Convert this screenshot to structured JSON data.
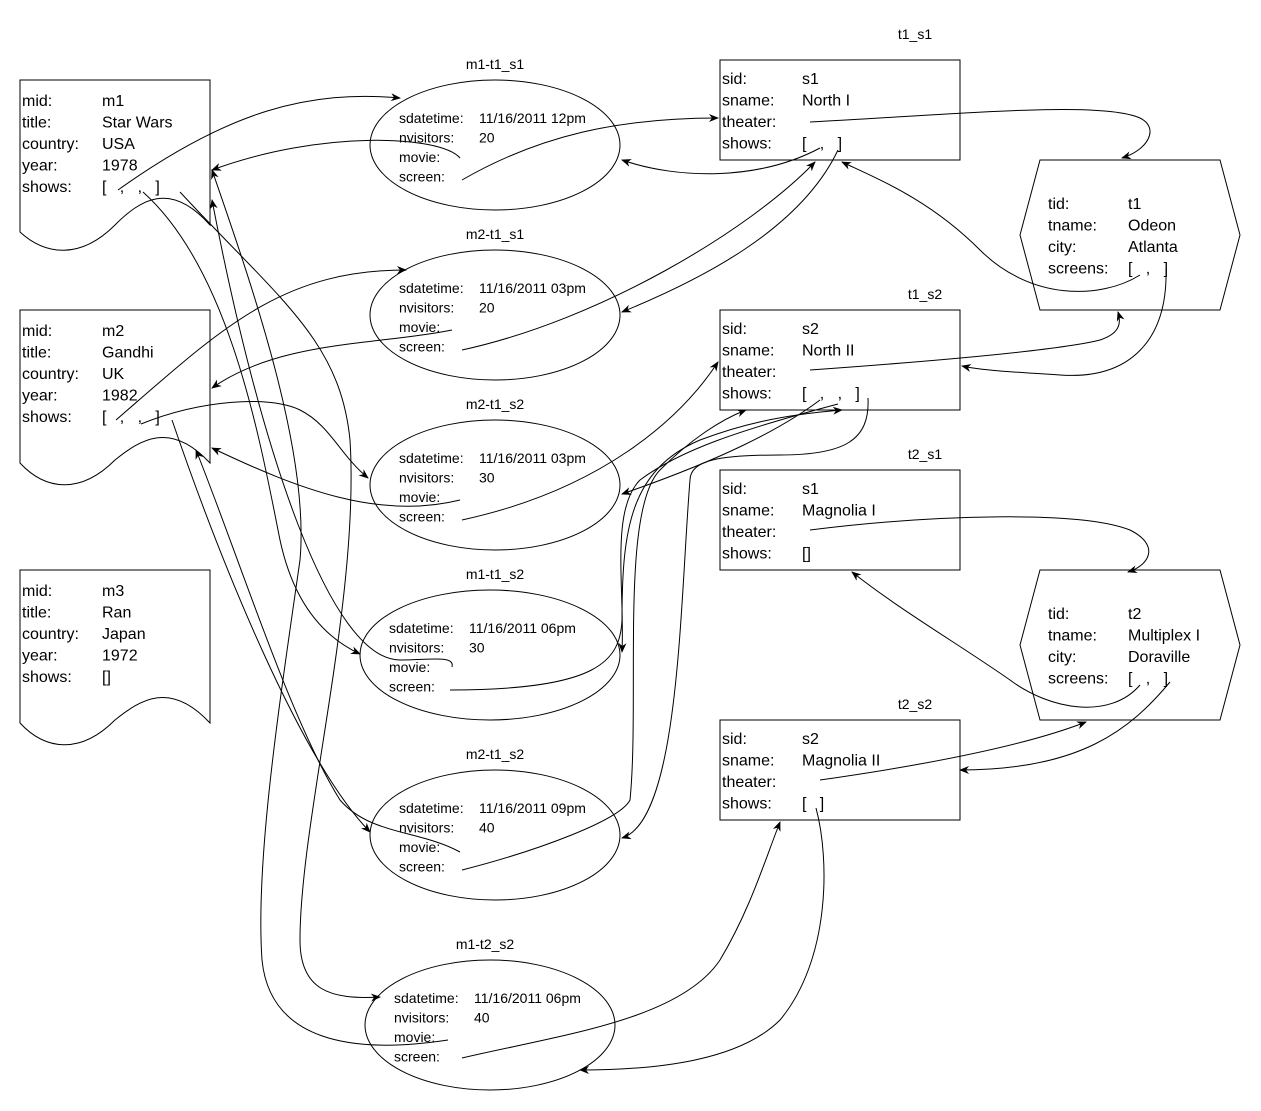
{
  "diagram": {
    "movies": [
      {
        "id": "movie-m1",
        "fields": [
          {
            "key": "mid:",
            "value": "m1"
          },
          {
            "key": "title:",
            "value": "Star Wars"
          },
          {
            "key": "country:",
            "value": "USA"
          },
          {
            "key": "year:",
            "value": "1978"
          },
          {
            "key": "shows:",
            "value": "[   ,   ,   ]"
          }
        ]
      },
      {
        "id": "movie-m2",
        "fields": [
          {
            "key": "mid:",
            "value": "m2"
          },
          {
            "key": "title:",
            "value": "Gandhi"
          },
          {
            "key": "country:",
            "value": "UK"
          },
          {
            "key": "year:",
            "value": "1982"
          },
          {
            "key": "shows:",
            "value": "[   ,   ,   ]"
          }
        ]
      },
      {
        "id": "movie-m3",
        "fields": [
          {
            "key": "mid:",
            "value": "m3"
          },
          {
            "key": "title:",
            "value": "Ran"
          },
          {
            "key": "country:",
            "value": "Japan"
          },
          {
            "key": "year:",
            "value": "1972"
          },
          {
            "key": "shows:",
            "value": "[]"
          }
        ]
      }
    ],
    "shows": [
      {
        "id": "show-m1-t1_s1",
        "title": "m1-t1_s1",
        "fields": [
          {
            "key": "sdatetime:",
            "value": "11/16/2011 12pm"
          },
          {
            "key": "nvisitors:",
            "value": "20"
          },
          {
            "key": "movie:",
            "value": ""
          },
          {
            "key": "screen:",
            "value": ""
          }
        ]
      },
      {
        "id": "show-m2-t1_s1",
        "title": "m2-t1_s1",
        "fields": [
          {
            "key": "sdatetime:",
            "value": "11/16/2011 03pm"
          },
          {
            "key": "nvisitors:",
            "value": "20"
          },
          {
            "key": "movie:",
            "value": ""
          },
          {
            "key": "screen:",
            "value": ""
          }
        ]
      },
      {
        "id": "show-m2-t1_s2",
        "title": "m2-t1_s2",
        "fields": [
          {
            "key": "sdatetime:",
            "value": "11/16/2011 03pm"
          },
          {
            "key": "nvisitors:",
            "value": "30"
          },
          {
            "key": "movie:",
            "value": ""
          },
          {
            "key": "screen:",
            "value": ""
          }
        ]
      },
      {
        "id": "show-m1-t1_s2",
        "title": "m1-t1_s2",
        "fields": [
          {
            "key": "sdatetime:",
            "value": "11/16/2011 06pm"
          },
          {
            "key": "nvisitors:",
            "value": "30"
          },
          {
            "key": "movie:",
            "value": ""
          },
          {
            "key": "screen:",
            "value": ""
          }
        ]
      },
      {
        "id": "show-m2-t1_s2-b",
        "title": "m2-t1_s2",
        "fields": [
          {
            "key": "sdatetime:",
            "value": "11/16/2011 09pm"
          },
          {
            "key": "nvisitors:",
            "value": "40"
          },
          {
            "key": "movie:",
            "value": ""
          },
          {
            "key": "screen:",
            "value": ""
          }
        ]
      },
      {
        "id": "show-m1-t2_s2",
        "title": "m1-t2_s2",
        "fields": [
          {
            "key": "sdatetime:",
            "value": "11/16/2011 06pm"
          },
          {
            "key": "nvisitors:",
            "value": "40"
          },
          {
            "key": "movie:",
            "value": ""
          },
          {
            "key": "screen:",
            "value": ""
          }
        ]
      }
    ],
    "screens": [
      {
        "id": "screen-t1_s1",
        "title": "t1_s1",
        "fields": [
          {
            "key": "sid:",
            "value": "s1"
          },
          {
            "key": "sname:",
            "value": "North I"
          },
          {
            "key": "theater:",
            "value": ""
          },
          {
            "key": "shows:",
            "value": "[   ,   ]"
          }
        ]
      },
      {
        "id": "screen-t1_s2",
        "title": "t1_s2",
        "fields": [
          {
            "key": "sid:",
            "value": "s2"
          },
          {
            "key": "sname:",
            "value": "North II"
          },
          {
            "key": "theater:",
            "value": ""
          },
          {
            "key": "shows:",
            "value": "[   ,   ,   ]"
          }
        ]
      },
      {
        "id": "screen-t2_s1",
        "title": "t2_s1",
        "fields": [
          {
            "key": "sid:",
            "value": "s1"
          },
          {
            "key": "sname:",
            "value": "Magnolia I"
          },
          {
            "key": "theater:",
            "value": ""
          },
          {
            "key": "shows:",
            "value": "[]"
          }
        ]
      },
      {
        "id": "screen-t2_s2",
        "title": "t2_s2",
        "fields": [
          {
            "key": "sid:",
            "value": "s2"
          },
          {
            "key": "sname:",
            "value": "Magnolia II"
          },
          {
            "key": "theater:",
            "value": ""
          },
          {
            "key": "shows:",
            "value": "[   ]"
          }
        ]
      }
    ],
    "theaters": [
      {
        "id": "theater-t1",
        "fields": [
          {
            "key": "tid:",
            "value": "t1"
          },
          {
            "key": "tname:",
            "value": "Odeon"
          },
          {
            "key": "city:",
            "value": "Atlanta"
          },
          {
            "key": "screens:",
            "value": "[   ,   ]"
          }
        ]
      },
      {
        "id": "theater-t2",
        "fields": [
          {
            "key": "tid:",
            "value": "t2"
          },
          {
            "key": "tname:",
            "value": "Multiplex I"
          },
          {
            "key": "city:",
            "value": "Doraville"
          },
          {
            "key": "screens:",
            "value": "[   ,   ]"
          }
        ]
      }
    ]
  }
}
